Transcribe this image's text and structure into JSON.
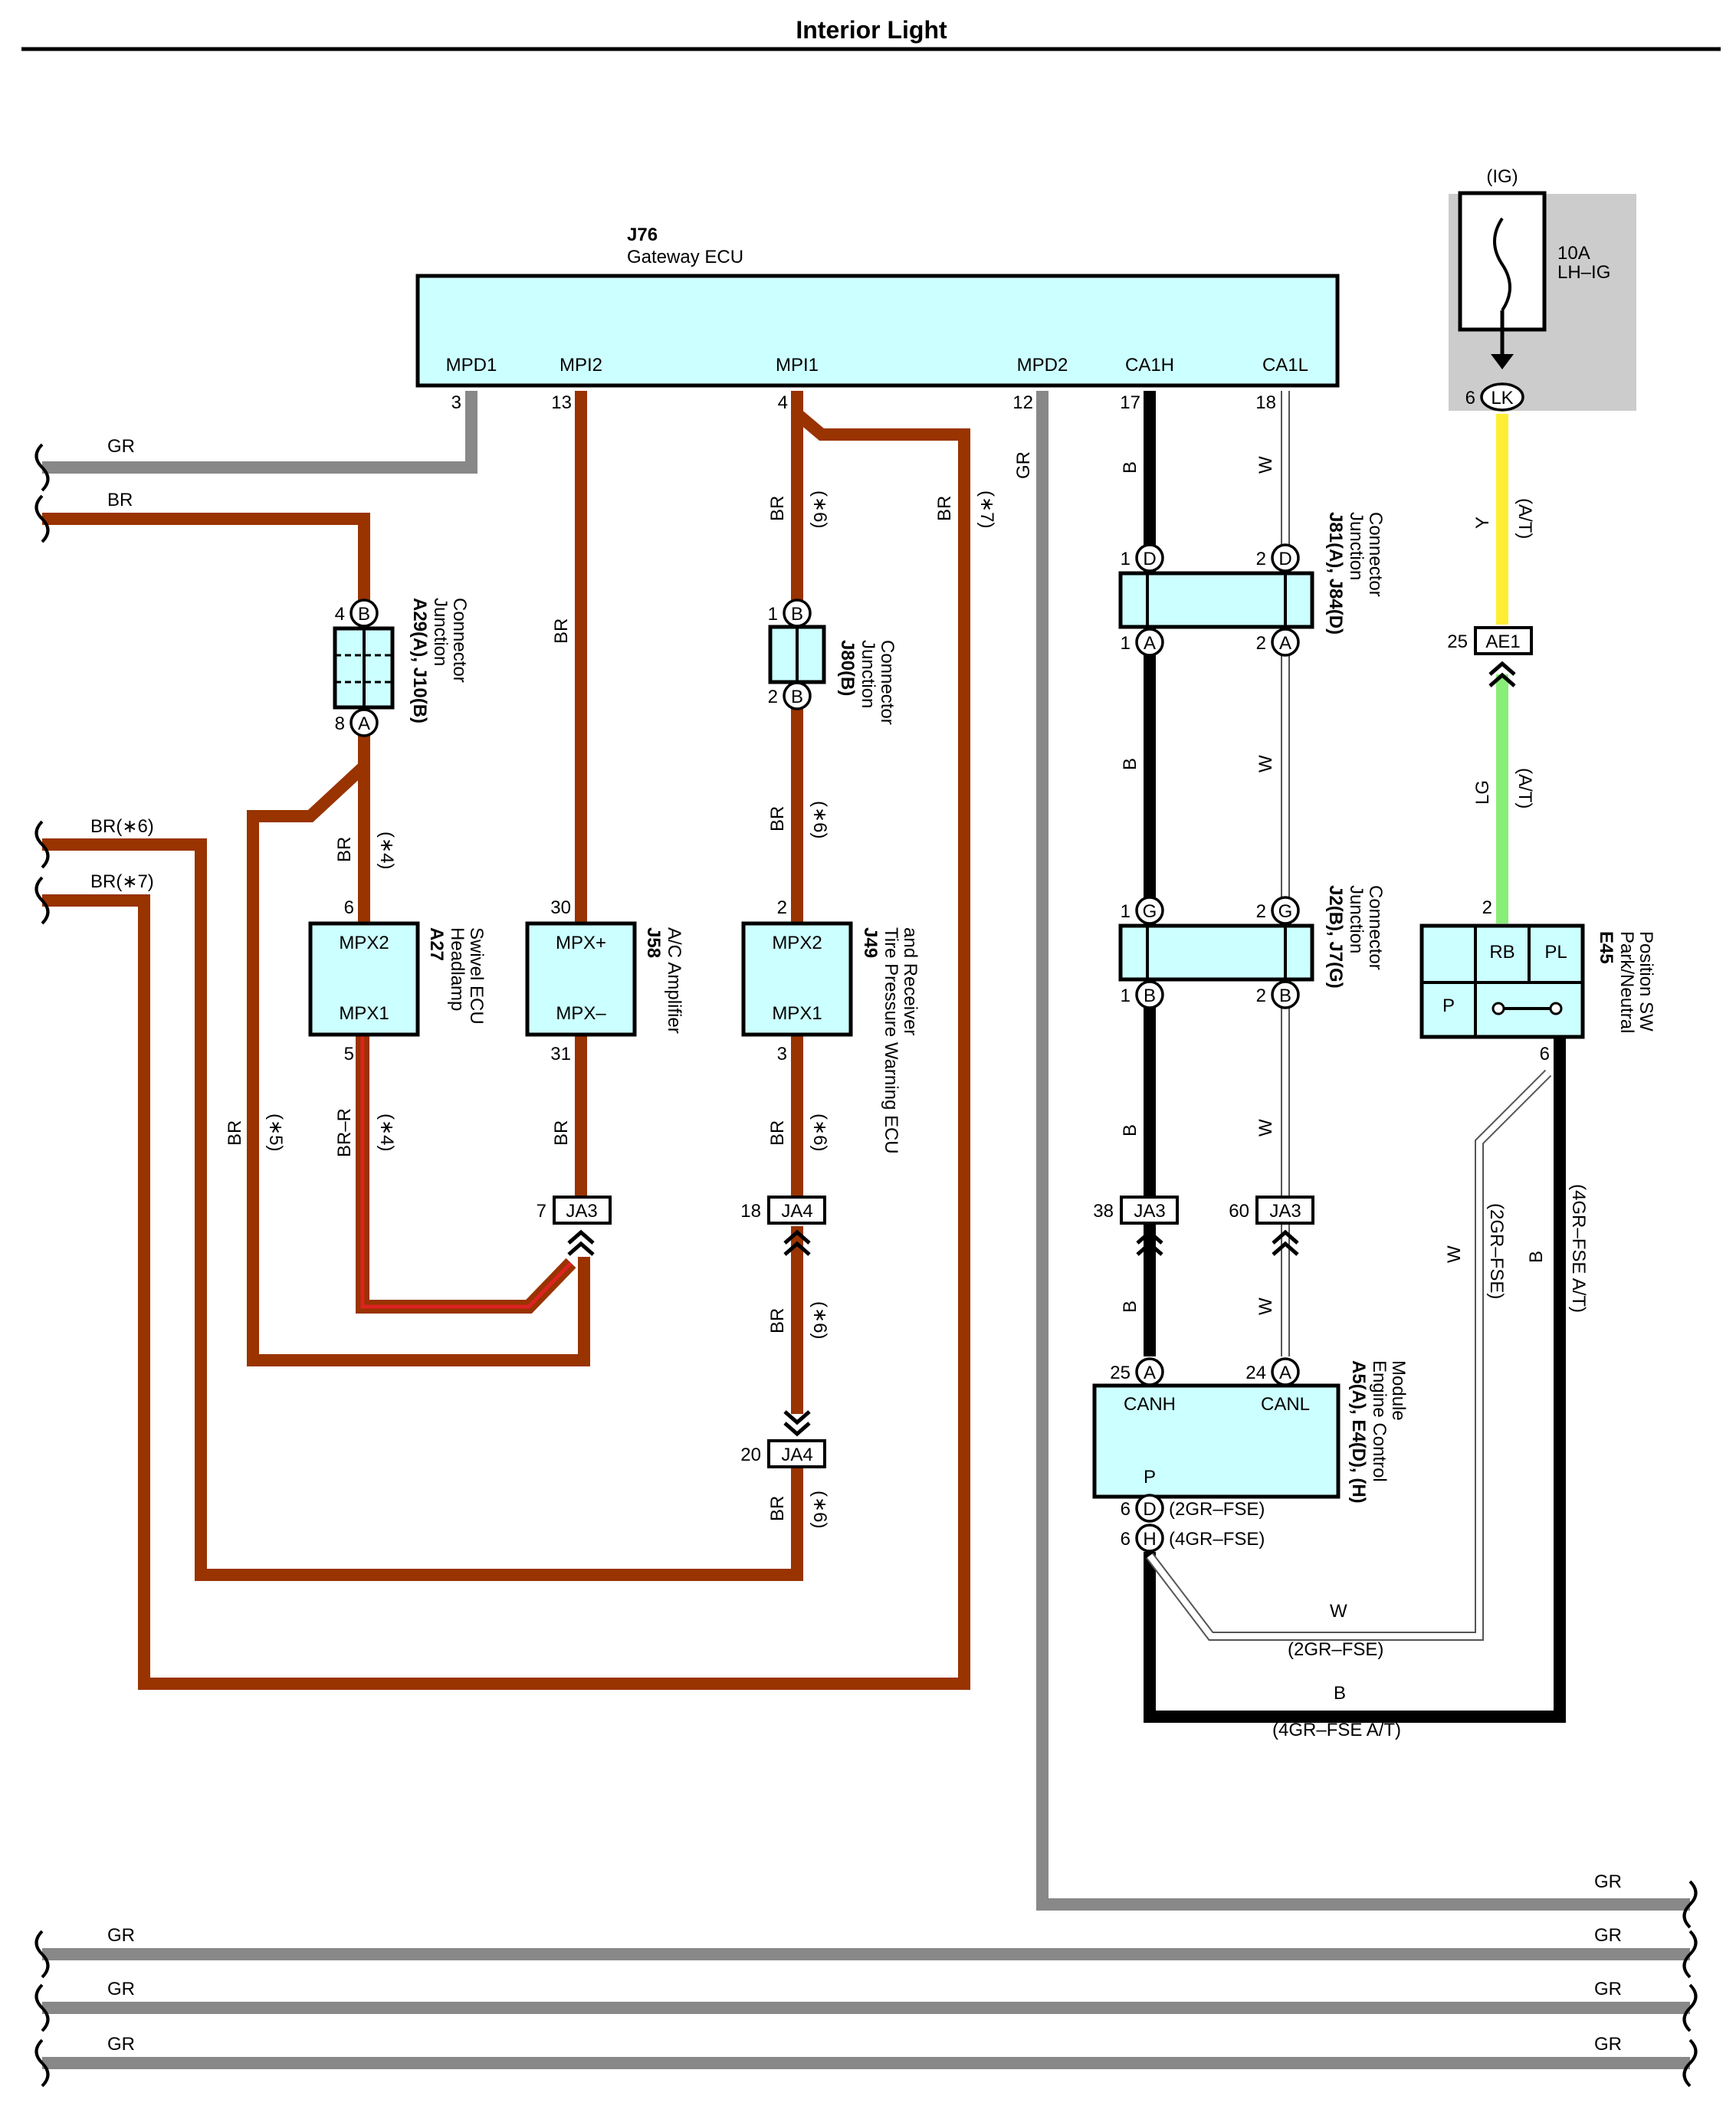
{
  "title": "Interior Light",
  "colors": {
    "BR": "#993300",
    "GR": "#888888",
    "B": "#000000",
    "W": "#ffffff",
    "Y": "#ffee33",
    "LG": "#88ee77",
    "BR-R": "#dd2222",
    "component_fill": "#ccffff",
    "power_box_fill": "#cccccc"
  },
  "gateway": {
    "id": "J76",
    "name": "Gateway ECU",
    "terminals": [
      {
        "label": "MPD1",
        "pin": "3"
      },
      {
        "label": "MPI2",
        "pin": "13"
      },
      {
        "label": "MPI1",
        "pin": "4"
      },
      {
        "label": "MPD2",
        "pin": "12"
      },
      {
        "label": "CA1H",
        "pin": "17"
      },
      {
        "label": "CA1L",
        "pin": "18"
      }
    ]
  },
  "fuse": {
    "source": "(IG)",
    "rating": "10A",
    "name": "LH–IG",
    "pin": "6",
    "connector": "LK"
  },
  "a29": {
    "id": "A29(A), J10(B)",
    "desc1": "Junction",
    "desc2": "Connector",
    "pin_top": "4",
    "letter_top": "B",
    "pin_bottom": "8",
    "letter_bottom": "A"
  },
  "j80": {
    "id": "J80(B)",
    "desc1": "Junction",
    "desc2": "Connector",
    "pin_top": "1",
    "letter_top": "B",
    "pin_bottom": "2",
    "letter_bottom": "B"
  },
  "j81": {
    "id": "J81(A), J84(D)",
    "desc1": "Junction",
    "desc2": "Connector",
    "pins": [
      "1",
      "2",
      "1",
      "2"
    ],
    "letters": [
      "D",
      "D",
      "A",
      "A"
    ]
  },
  "j2": {
    "id": "J2(B), J7(G)",
    "desc1": "Junction",
    "desc2": "Connector",
    "pins": [
      "1",
      "2",
      "1",
      "2"
    ],
    "letters": [
      "G",
      "G",
      "B",
      "B"
    ]
  },
  "a27": {
    "id": "A27",
    "desc1": "Headlamp",
    "desc2": "Swivel ECU",
    "t1": "MPX2",
    "t2": "MPX1",
    "pin_top": "6",
    "pin_bottom": "5"
  },
  "j58": {
    "id": "J58",
    "desc1": "A/C Amplifier",
    "t1": "MPX+",
    "t2": "MPX–",
    "pin_top": "30",
    "pin_bottom": "31"
  },
  "j49": {
    "id": "J49",
    "desc1": "Tire Pressure Warning ECU",
    "desc2": "and Receiver",
    "t1": "MPX2",
    "t2": "MPX1",
    "pin_top": "2",
    "pin_bottom": "3"
  },
  "e45": {
    "id": "E45",
    "desc1": "Park/Neutral",
    "desc2": "Position SW",
    "t_rb": "RB",
    "t_pl": "PL",
    "t_p": "P",
    "pin_top": "2",
    "pin_bottom": "6"
  },
  "ecm": {
    "id": "A5(A), E4(D), (H)",
    "desc1": "Engine Control",
    "desc2": "Module",
    "t_canh": "CANH",
    "t_canl": "CANL",
    "t_p": "P",
    "pin_canh": "25",
    "letter_canh": "A",
    "pin_canl": "24",
    "letter_canl": "A",
    "pin_d": "6",
    "letter_d": "D",
    "variant_d": "(2GR–FSE)",
    "pin_h": "6",
    "letter_h": "H",
    "variant_h": "(4GR–FSE)"
  },
  "tags": {
    "ja3_left": {
      "name": "JA3",
      "pin": "7"
    },
    "ja4_top": {
      "name": "JA4",
      "pin": "18"
    },
    "ja4_bottom": {
      "name": "JA4",
      "pin": "20"
    },
    "ja3_canh": {
      "name": "JA3",
      "pin": "38"
    },
    "ja3_canl": {
      "name": "JA3",
      "pin": "60"
    },
    "ae1": {
      "name": "AE1",
      "pin": "25"
    }
  },
  "wire_labels": {
    "gr": "GR",
    "br": "BR",
    "b": "B",
    "w": "W",
    "y": "Y",
    "lg": "LG",
    "brr": "BR–R",
    "br6": "BR(∗6)",
    "br7": "BR(∗7)",
    "n4": "(∗4)",
    "n5": "(∗5)",
    "n6": "(∗6)",
    "n7": "(∗7)",
    "at": "(A/T)",
    "v2gr": "(2GR–FSE)",
    "v4gr": "(4GR–FSE A/T)"
  }
}
